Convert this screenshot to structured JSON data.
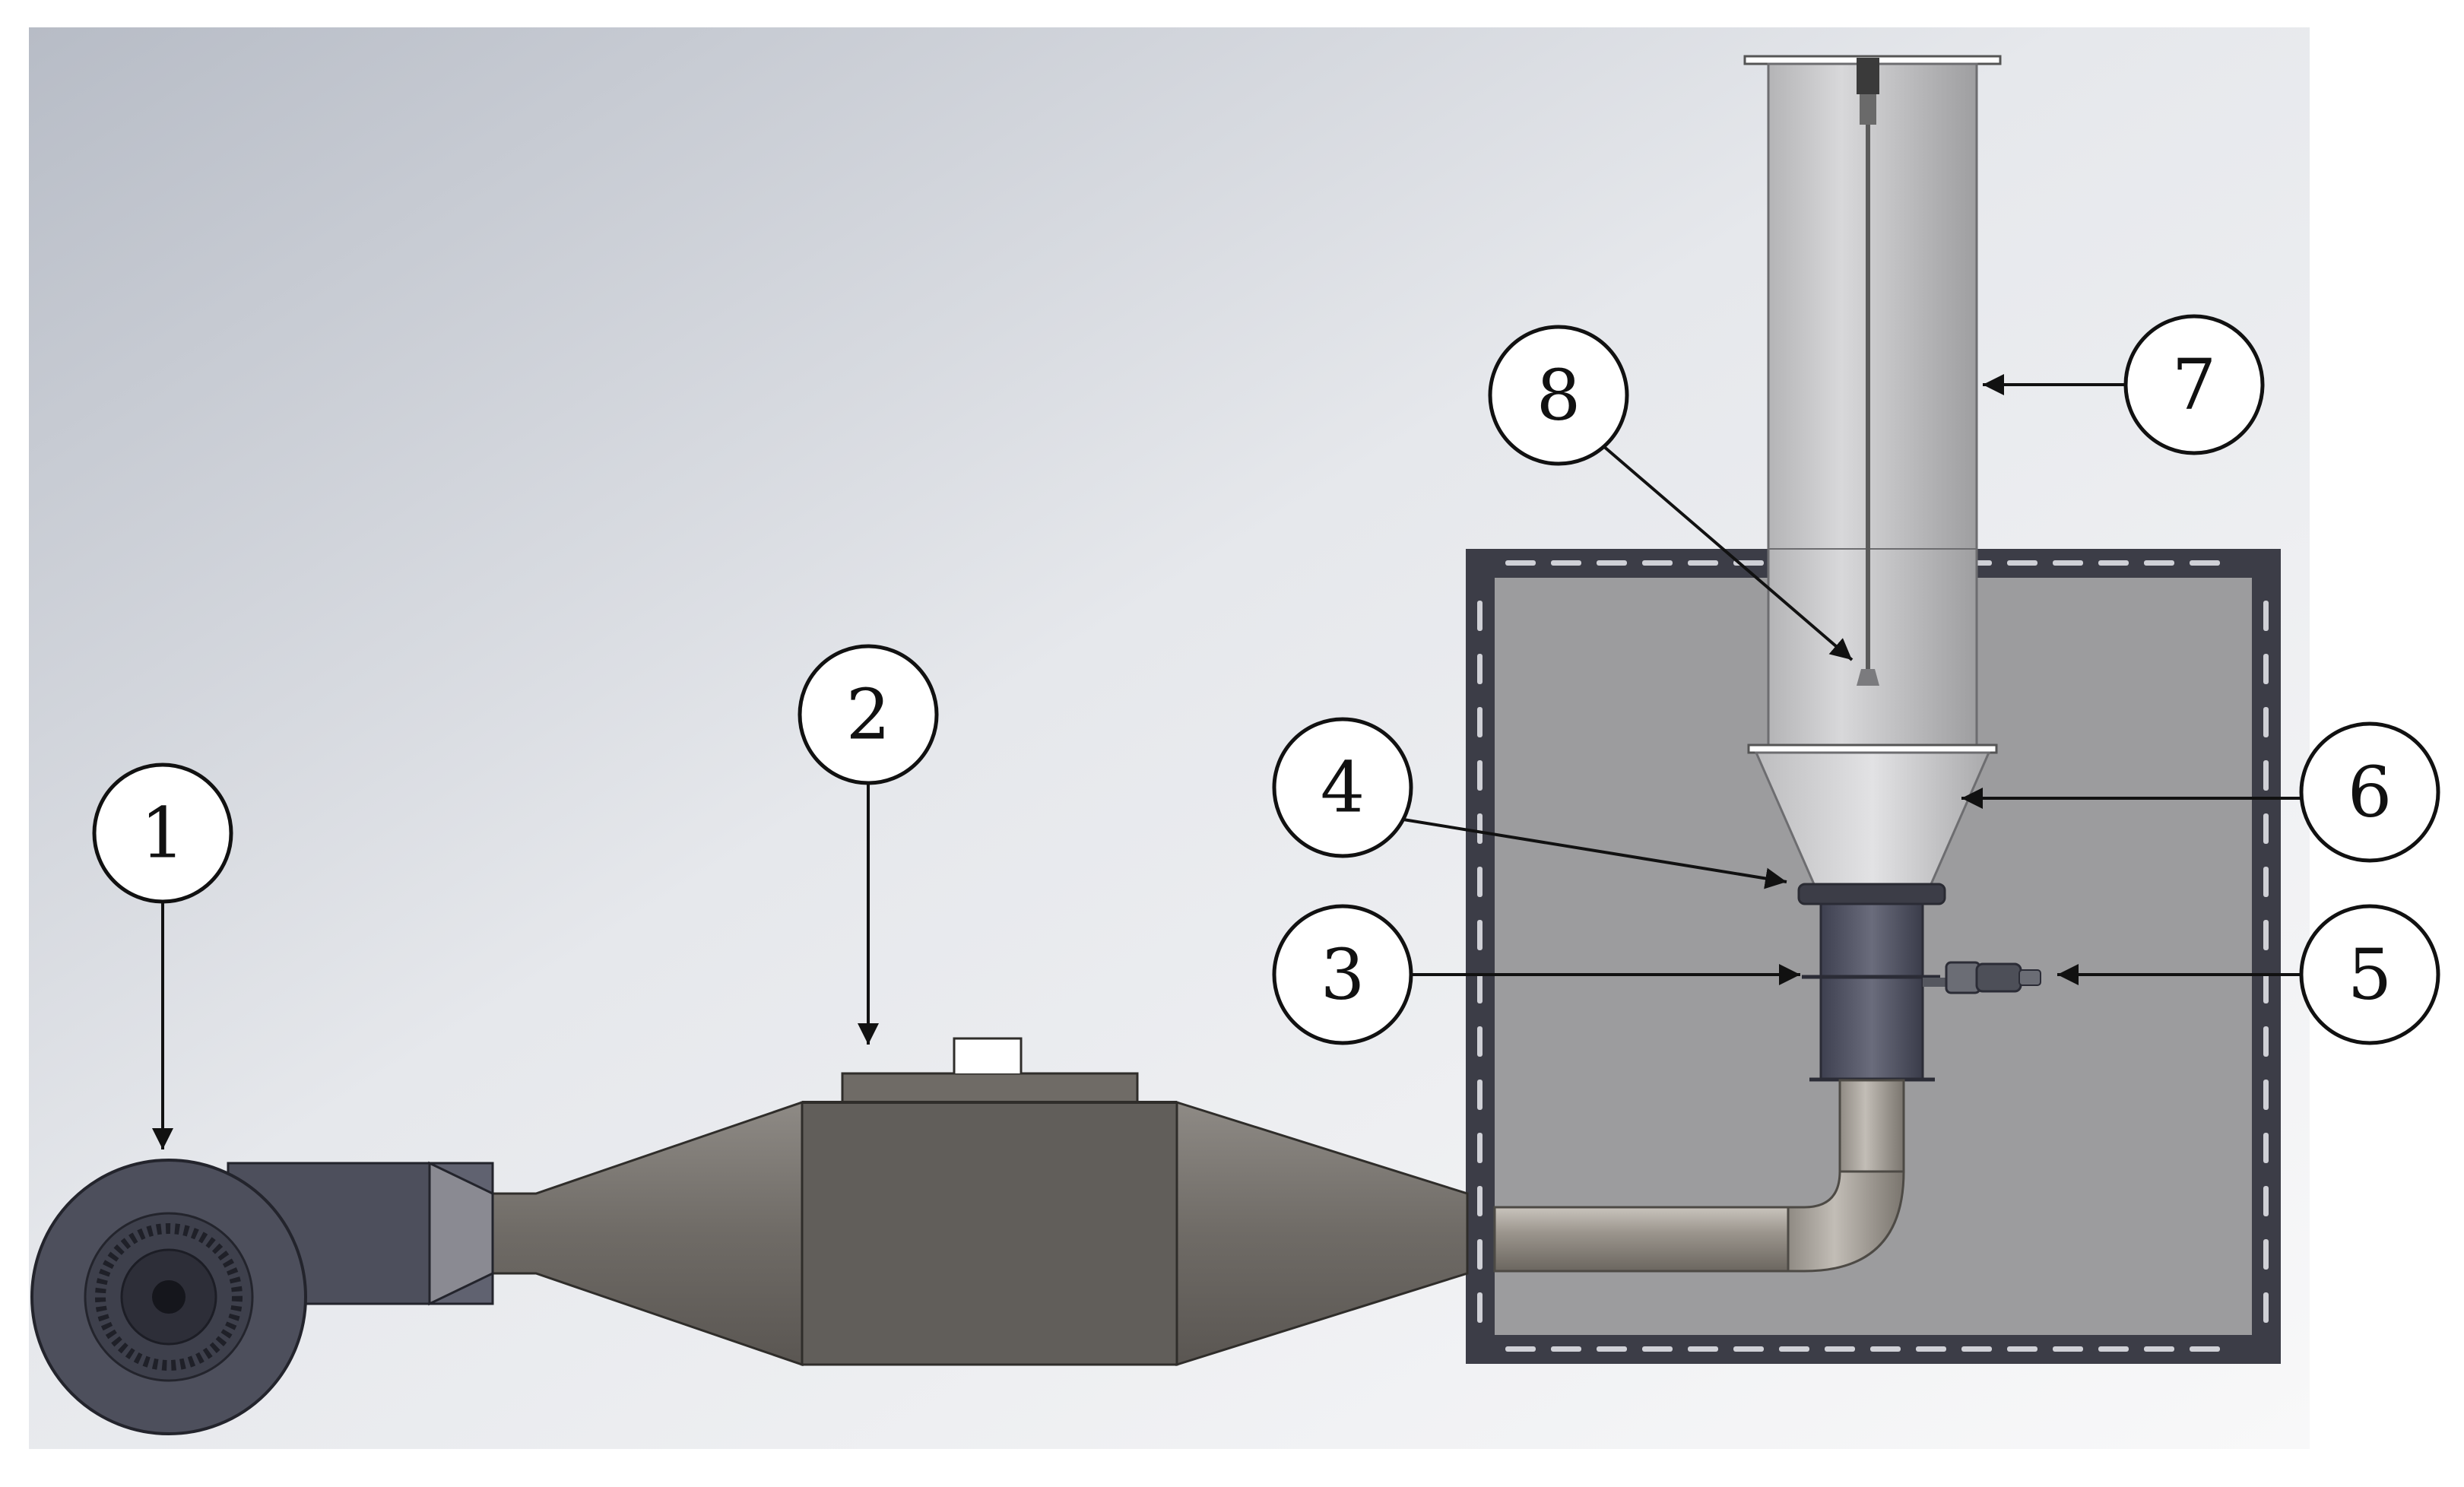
{
  "colors": {
    "sky_top": "#c5c9d1",
    "sky_mid": "#eceef2",
    "sky_bottom": "#f7f7f8",
    "chamber_fill": "#9c9c9e",
    "frame": "#3c3d47",
    "body_dark": "#5e5b57",
    "body_light": "#7a7672",
    "fan_dark": "#4d4f5c",
    "pipe_light": "#a8a39c",
    "tube_glass": "#c4c4c6",
    "callout_stroke": "#111111"
  },
  "icons": [
    "centrifugal-fan-icon",
    "bolt-icon",
    "thermocouple-icon"
  ],
  "callouts": [
    {
      "id": "1",
      "label": "1"
    },
    {
      "id": "2",
      "label": "2"
    },
    {
      "id": "3",
      "label": "3"
    },
    {
      "id": "4",
      "label": "4"
    },
    {
      "id": "5",
      "label": "5"
    },
    {
      "id": "6",
      "label": "6"
    },
    {
      "id": "7",
      "label": "7"
    },
    {
      "id": "8",
      "label": "8"
    }
  ]
}
